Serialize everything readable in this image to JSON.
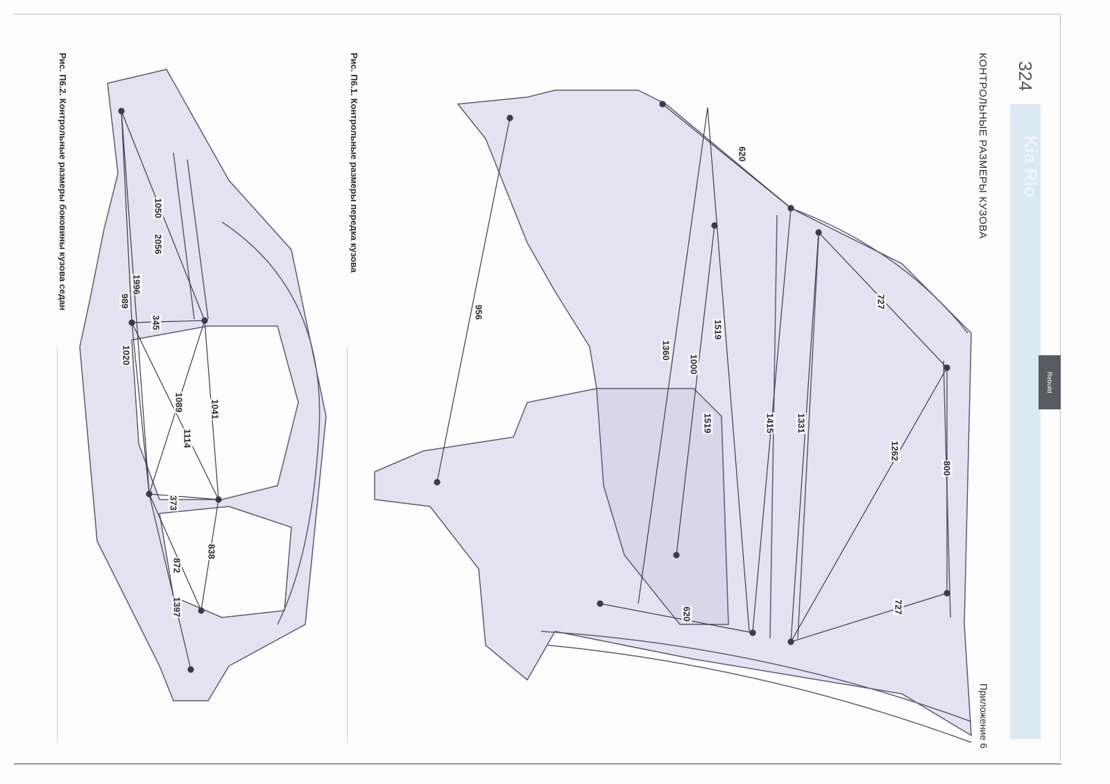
{
  "page": {
    "number": "324",
    "section_title": "КОНТРОЛЬНЫЕ РАЗМЕРЫ КУЗОВА",
    "band_title": "Kia Rio",
    "appendix": "Приложение 6",
    "logo_text": "Rebuild"
  },
  "figures": [
    {
      "caption": "Рис. П6.1. Контрольные размеры передка кузова",
      "dimensions": [
        "620",
        "727",
        "956",
        "1519",
        "1360",
        "1000",
        "1519",
        "1415",
        "1331",
        "1262",
        "800",
        "727",
        "620"
      ]
    },
    {
      "caption": "Рис. П6.2. Контрольные размеры боковины кузова седан",
      "dimensions": [
        "1050",
        "2056",
        "1996",
        "989",
        "345",
        "1020",
        "1089",
        "1041",
        "1114",
        "373",
        "838",
        "872",
        "1397"
      ]
    }
  ],
  "colors": {
    "band": "#dbe9f3",
    "body_fill": "#e4e2f0",
    "line": "#4a4a5a"
  }
}
